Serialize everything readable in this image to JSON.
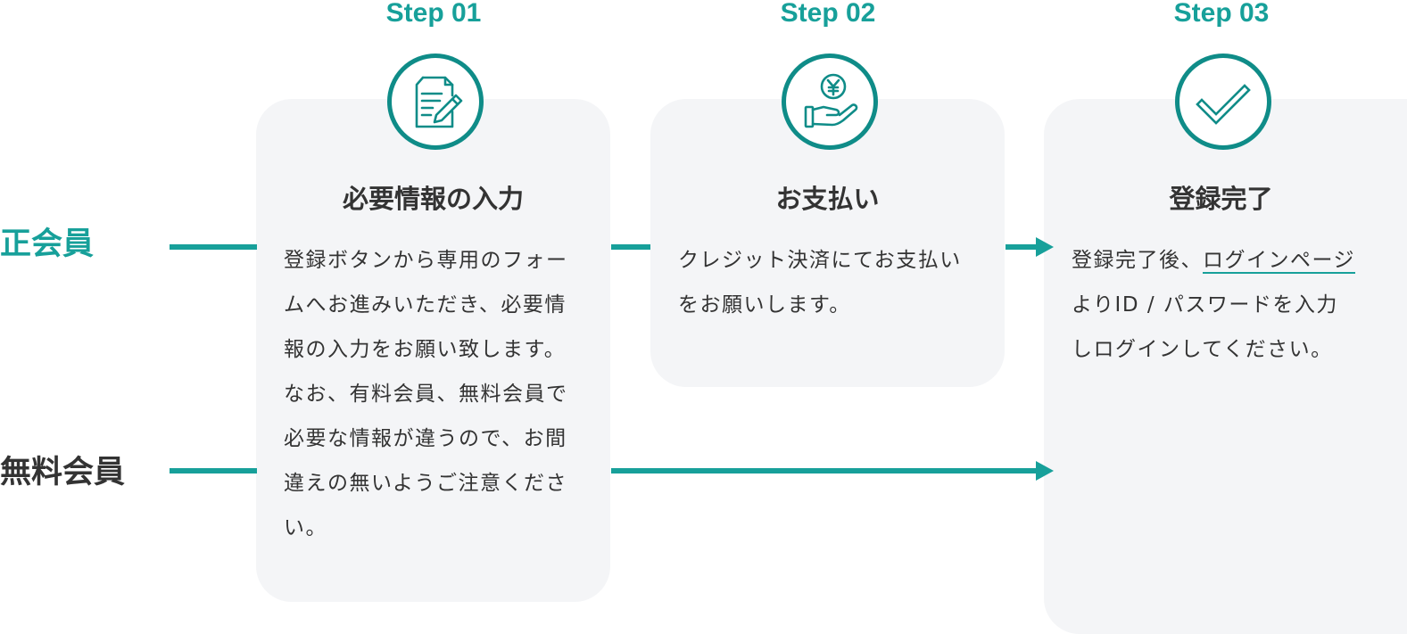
{
  "steps": [
    {
      "label": "Step 01",
      "icon": "document-pen-icon",
      "title": "必要情報の入力",
      "body_lines": [
        "登録ボタンから専用のフォー",
        "ムへお進みいただき、必要情",
        "報の入力をお願い致します。",
        "なお、有料会員、無料会員で",
        "必要な情報が違うので、お間",
        "違えの無いようご注意くださ",
        "い。"
      ]
    },
    {
      "label": "Step 02",
      "icon": "yen-coin-hand-icon",
      "title": "お支払い",
      "body_lines": [
        "クレジット決済にてお支払い",
        "をお願いします。"
      ]
    },
    {
      "label": "Step 03",
      "icon": "checkmark-icon",
      "title": "登録完了",
      "body_line1_prefix": "登録完了後、",
      "link_text": "ログインページ",
      "body_lines_after": [
        "よりID / パスワードを入力",
        "しログインしてください。"
      ]
    }
  ],
  "members": {
    "paid": {
      "label": "正会員",
      "color": "#17a09a"
    },
    "free": {
      "label": "無料会員",
      "color": "#333333"
    }
  },
  "colors": {
    "accent": "#17a09a",
    "icon_ring": "#0f8c88",
    "card_bg": "#f4f5f7",
    "text": "#333333"
  }
}
